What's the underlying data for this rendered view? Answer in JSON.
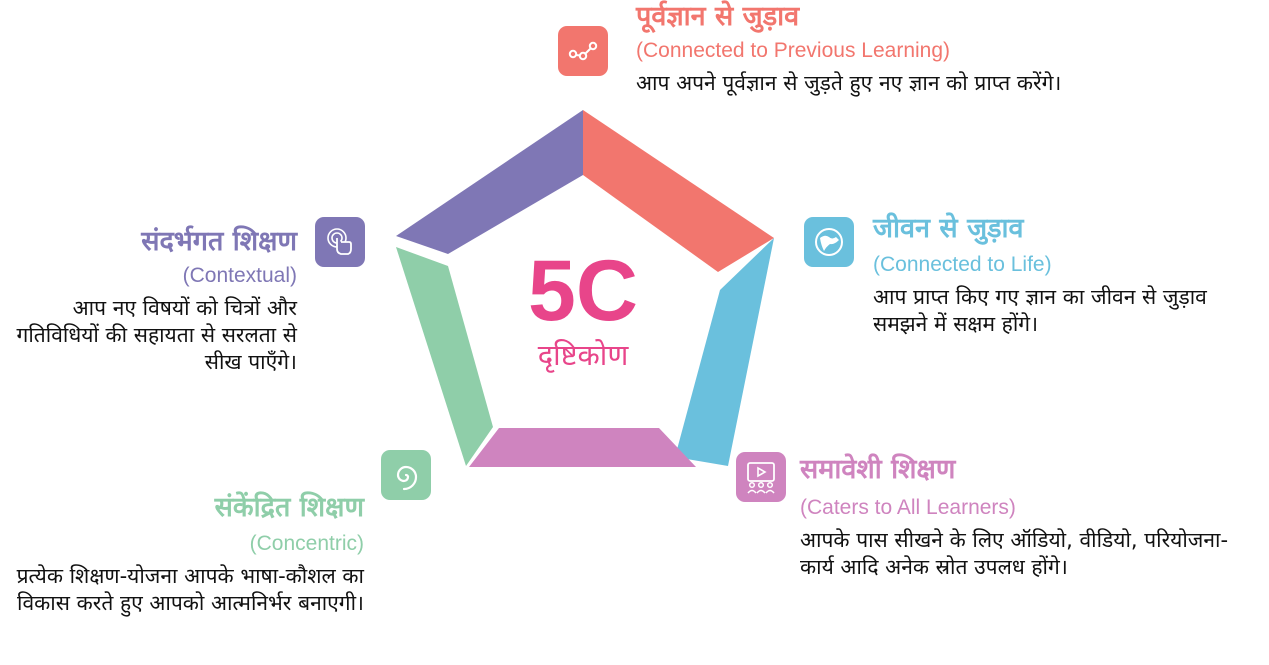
{
  "colors": {
    "coral": "#f2766e",
    "blue": "#6ac0dd",
    "pink": "#cf84bf",
    "green": "#8fcea9",
    "purple": "#7f77b5",
    "magenta": "#e8458a"
  },
  "center": {
    "title": "5C",
    "subtitle": "दृष्टिकोण"
  },
  "items": [
    {
      "title": "पूर्वज्ञान से जुड़ाव",
      "subtitle": "(Connected to Previous Learning)",
      "desc": "आप अपने पूर्वज्ञान से जुड़ते हुए नए ज्ञान को प्राप्त करेंगे।",
      "icon": "nodes-connection-icon"
    },
    {
      "title": "जीवन से जुड़ाव",
      "subtitle": "(Connected to Life)",
      "desc": "आप प्राप्त किए गए ज्ञान का जीवन से जुड़ाव समझने में सक्षम होंगे।",
      "icon": "globe-icon"
    },
    {
      "title": "समावेशी शिक्षण",
      "subtitle": "(Caters to All Learners)",
      "desc": "आपके पास सीखने के लिए ऑडियो, वीडियो, परियोजना-कार्य आदि अनेक स्रोत उपलध होंगे।",
      "icon": "video-audience-icon"
    },
    {
      "title": "संकेंद्रित शिक्षण",
      "subtitle": "(Concentric)",
      "desc": "प्रत्येक शिक्षण-योजना आपके भाषा-कौशल का विकास करते हुए आपको आत्मनिर्भर बनाएगी।",
      "icon": "spiral-icon"
    },
    {
      "title": "संदर्भगत शिक्षण",
      "subtitle": "(Contextual)",
      "desc": "आप नए विषयों को चित्रों और गतिविधियों की सहायता से सरलता से सीख पाएँगे।",
      "icon": "touch-gesture-icon"
    }
  ]
}
